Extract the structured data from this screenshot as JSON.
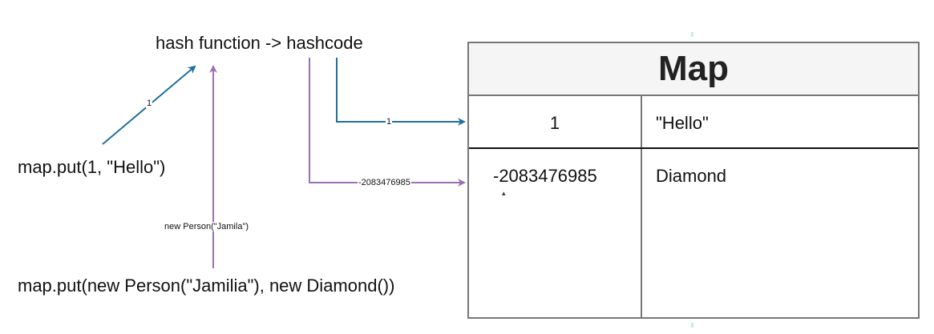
{
  "diagram": {
    "hash_label": "hash function -> hashcode",
    "put_hello": "map.put(1, \"Hello\")",
    "put_person": "map.put(new Person(\"Jamilia\"), new Diamond())",
    "arrow_label_key1": "1",
    "arrow_label_person": "new Person(\"Jamila\")",
    "arrow_label_hash1": "1",
    "arrow_label_hash2": "-2083476985"
  },
  "map": {
    "title": "Map",
    "rows": [
      {
        "key": "1",
        "value": "\"Hello\""
      },
      {
        "key": "-2083476985",
        "value": "Diamond"
      }
    ]
  },
  "colors": {
    "blue_arrow": "#1f6f9e",
    "purple_arrow": "#9a71b0",
    "border": "#777777",
    "header_bg": "#f5f5f5"
  },
  "icons": {
    "cursor": "mouse-pointer-icon"
  }
}
